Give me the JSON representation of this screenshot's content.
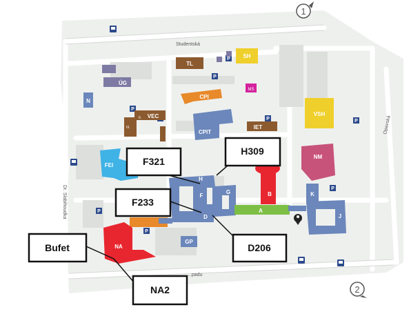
{
  "map": {
    "streets": {
      "studentska": "Studentská",
      "sablinova": "Dr. Slabihoudka",
      "ostravska": "Opavská",
      "bottom": "...padu"
    },
    "markers": {
      "marker_1": "1",
      "marker_2": "2"
    },
    "buildings": {
      "sh": "SH",
      "tl": "TL",
      "ug": "ÚG",
      "ms": "MS",
      "n": "N",
      "cpi": "CPI",
      "vec": "VEC",
      "vec_i": "II.",
      "vec_ii": "III.",
      "cpit": "CPIT",
      "iet": "IET",
      "vsh": "VSH",
      "nm": "NM",
      "fei": "FEI",
      "h": "H",
      "f": "F",
      "g": "G",
      "d": "D",
      "a": "A",
      "b": "B",
      "k": "K",
      "j": "J",
      "na": "NA",
      "gp": "GP"
    },
    "callouts": {
      "f321": "F321",
      "h309": "H309",
      "f233": "F233",
      "d206": "D206",
      "bufet": "Bufet",
      "na2": "NA2"
    },
    "parking_label": "P",
    "colors": {
      "blue": "#6b87bb",
      "red": "#e8262f",
      "green": "#7dbf45",
      "yellow": "#efcf2b",
      "orange": "#e8892a",
      "brown": "#8c5a2f",
      "pink": "#c8537a",
      "cyan": "#3fb2e6",
      "magenta": "#d4239d",
      "grey": "#7d7aa3"
    }
  }
}
